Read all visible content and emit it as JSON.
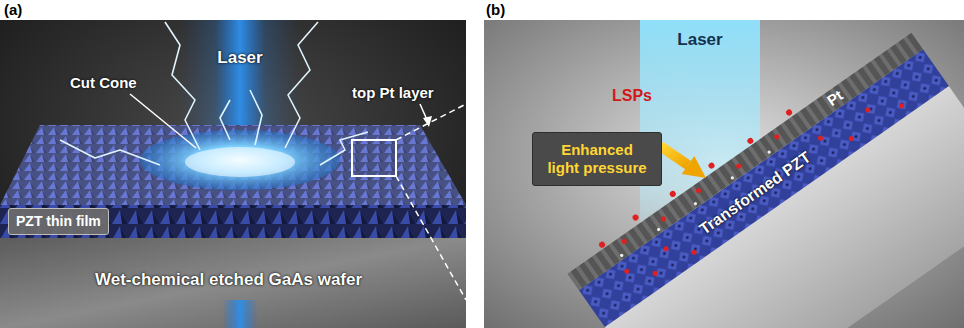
{
  "diagram": {
    "nodes": [
      {
        "text": [
          "PZT thin film"
        ]
      },
      {
        "text": [
          "Enhanced light pressure"
        ]
      }
    ],
    "labels": [
      "(a)",
      "Laser",
      "Cut Cone",
      "top Pt layer",
      "Wet-chemical etched GaAs wafer",
      "(b)",
      "Laser",
      "LSPs",
      "Pt",
      "Transformed PZT"
    ]
  }
}
